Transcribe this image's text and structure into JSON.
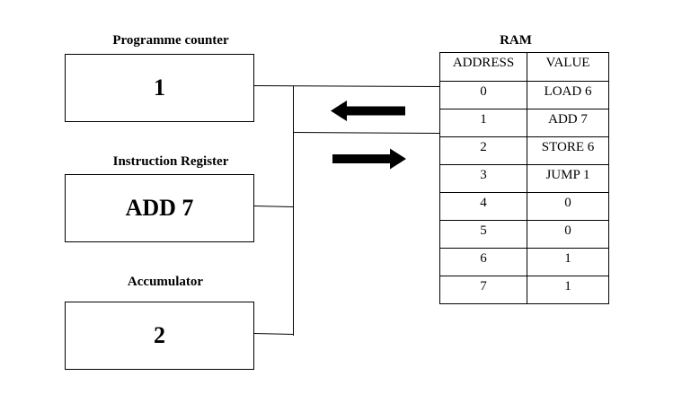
{
  "registers": {
    "programme_counter": {
      "label": "Programme counter",
      "value": "1"
    },
    "instruction_register": {
      "label": "Instruction Register",
      "value": "ADD 7"
    },
    "accumulator": {
      "label": "Accumulator",
      "value": "2"
    }
  },
  "ram": {
    "title": "RAM",
    "headers": {
      "address": "ADDRESS",
      "value": "VALUE"
    },
    "rows": [
      {
        "address": "0",
        "value": "LOAD 6"
      },
      {
        "address": "1",
        "value": "ADD 7"
      },
      {
        "address": "2",
        "value": "STORE 6"
      },
      {
        "address": "3",
        "value": "JUMP 1"
      },
      {
        "address": "4",
        "value": "0"
      },
      {
        "address": "5",
        "value": "0"
      },
      {
        "address": "6",
        "value": "1"
      },
      {
        "address": "7",
        "value": "1"
      }
    ]
  },
  "arrows": {
    "top_direction": "left",
    "bottom_direction": "right"
  }
}
